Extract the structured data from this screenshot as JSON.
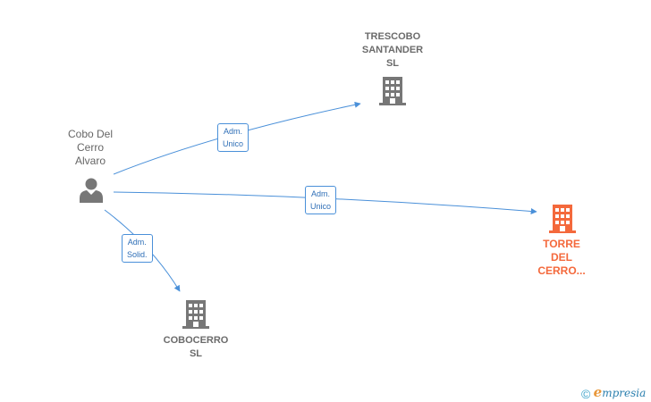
{
  "nodes": {
    "person": {
      "lines": [
        "Cobo Del",
        "Cerro",
        "Alvaro"
      ]
    },
    "trescobo": {
      "lines": [
        "TRESCOBO",
        "SANTANDER",
        "SL"
      ]
    },
    "torre": {
      "lines": [
        "TORRE",
        "DEL",
        "CERRO..."
      ]
    },
    "cobocerro": {
      "lines": [
        "COBOCERRO",
        "SL"
      ]
    }
  },
  "relations": {
    "r1": {
      "lines": [
        "Adm.",
        "Unico"
      ]
    },
    "r2": {
      "lines": [
        "Adm.",
        "Unico"
      ]
    },
    "r3": {
      "lines": [
        "Adm.",
        "Solid."
      ]
    }
  },
  "colors": {
    "edge": "#4a90d9",
    "company_icon": "#777777",
    "highlight_icon": "#f4693c",
    "person_icon": "#777777"
  },
  "footer": {
    "copyright_symbol": "©",
    "brand_initial": "e",
    "brand_rest": "mpresia"
  }
}
